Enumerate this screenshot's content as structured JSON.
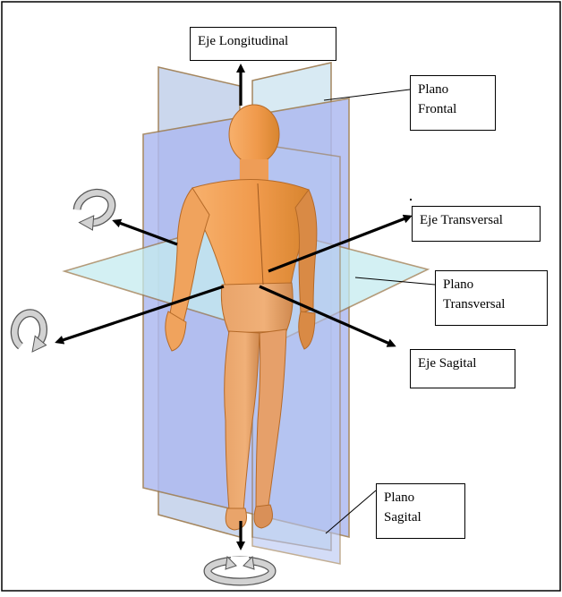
{
  "labels": {
    "eje_longitudinal": "Eje Longitudinal",
    "plano_frontal": [
      "Plano",
      "Frontal"
    ],
    "eje_transversal": "Eje Transversal",
    "plano_transversal": [
      "Plano",
      "Transversal"
    ],
    "eje_sagital": "Eje Sagital",
    "plano_sagital": [
      "Plano",
      "Sagital"
    ]
  },
  "colors": {
    "frontal_plane": "#b9c4ef",
    "sagittal_plane": "#c9e2ee",
    "transverse_plane": "#c8ecef",
    "plane_edge": "#9b7a4e",
    "skin": "#f2a25a",
    "skin_shadow": "#d9822f",
    "arrow": "#000000",
    "rotation_icon": "#cfcfcf"
  },
  "icons": [
    "rotation-arrow-icon"
  ]
}
